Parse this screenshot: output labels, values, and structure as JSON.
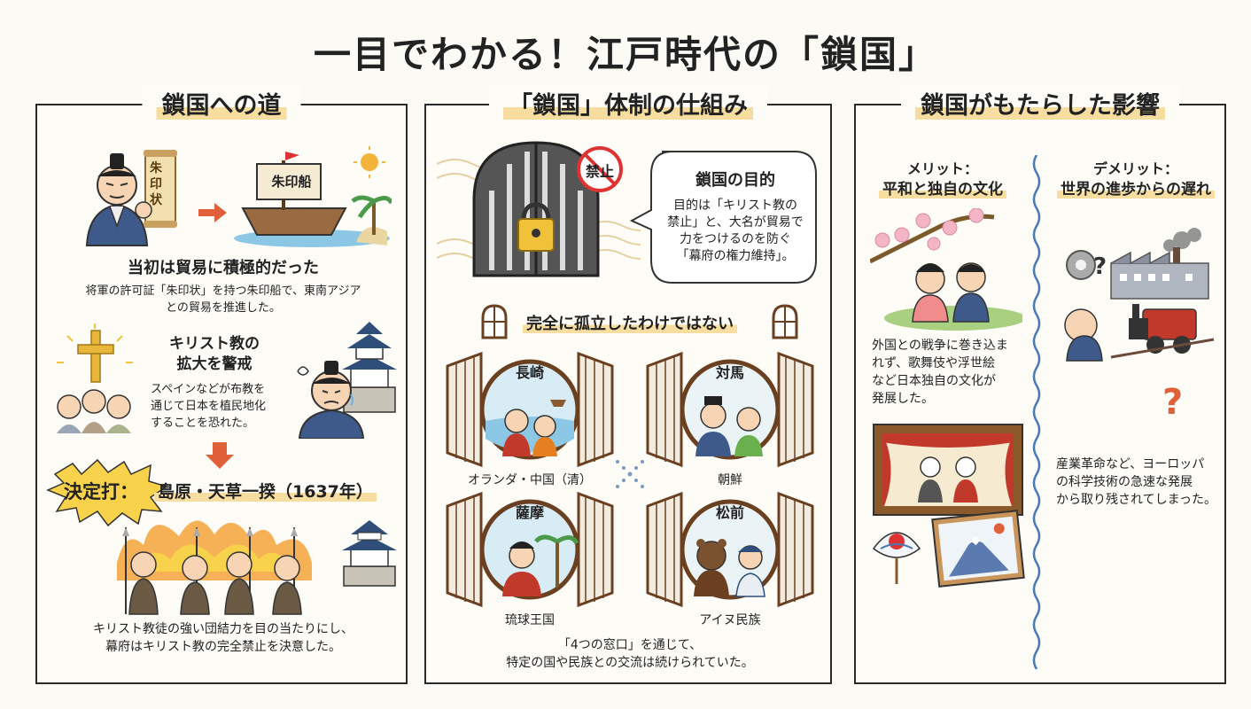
{
  "title": "一目でわかる！江戸時代の「鎖国」",
  "left_panel": {
    "heading": "鎖国への道",
    "scroll_text": "朱印状",
    "ship_sail_text": "朱印船",
    "section1_title": "当初は貿易に積極的だった",
    "section1_body_1": "将軍の許可証「朱印状」を持つ朱印船で、東南アジア",
    "section1_body_2": "との貿易を推進した。",
    "section2_title_1": "キリスト教の",
    "section2_title_2": "拡大を警戒",
    "section2_body_1": "スペインなどが布教を",
    "section2_body_2": "通じて日本を植民地化",
    "section2_body_3": "することを恐れた。",
    "decisive_label": "決定打：",
    "decisive_text": "島原・天草一揆（1637年）",
    "section3_body_1": "キリスト教徒の強い団結力を目の当たりにし、",
    "section3_body_2": "幕府はキリスト教の完全禁止を決意した。"
  },
  "middle_panel": {
    "heading": "「鎖国」体制の仕組み",
    "ban_sign_text": "禁止",
    "purpose_title": "鎖国の目的",
    "purpose_body_1": "目的は「キリスト教の",
    "purpose_body_2": "禁止」と、大名が貿易で",
    "purpose_body_3": "力をつけるのを防ぐ",
    "purpose_body_4": "「幕府の権力維持」。",
    "not_isolated": "完全に孤立したわけではない",
    "windows": [
      {
        "place": "長崎",
        "partner": "オランダ・中国（清）"
      },
      {
        "place": "対馬",
        "partner": "朝鮮"
      },
      {
        "place": "薩摩",
        "partner": "琉球王国"
      },
      {
        "place": "松前",
        "partner": "アイヌ民族"
      }
    ],
    "footer_1": "「4つの窓口」を通じて、",
    "footer_2": "特定の国や民族との交流は続けられていた。"
  },
  "right_panel": {
    "heading": "鎖国がもたらした影響",
    "merit_title_1": "メリット：",
    "merit_title_2": "平和と独自の文化",
    "merit_body_1": "外国との戦争に巻き込ま",
    "merit_body_2": "れず、歌舞伎や浮世絵",
    "merit_body_3": "など日本独自の文化が",
    "merit_body_4": "発展した。",
    "demerit_title_1": "デメリット：",
    "demerit_title_2": "世界の進歩からの遅れ",
    "demerit_body_1": "産業革命など、ヨーロッパ",
    "demerit_body_2": "の科学技術の急速な発展",
    "demerit_body_3": "から取り残されてしまった。",
    "question_mark": "?"
  }
}
